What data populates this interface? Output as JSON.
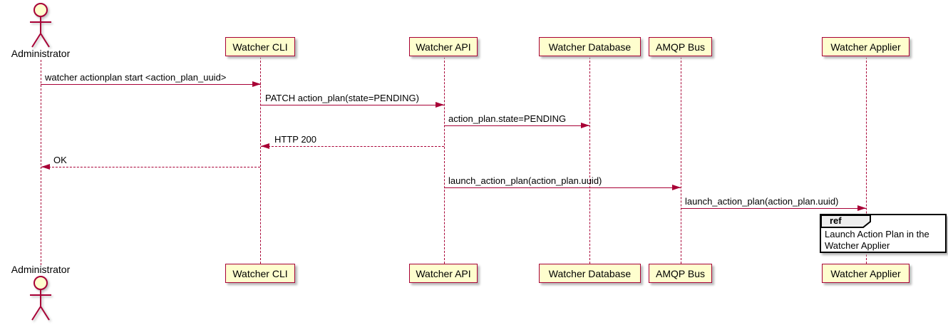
{
  "diagram_type": "uml-sequence-diagram",
  "actor": {
    "label": "Administrator"
  },
  "participants": [
    {
      "label": "Watcher CLI"
    },
    {
      "label": "Watcher API"
    },
    {
      "label": "Watcher Database"
    },
    {
      "label": "AMQP Bus"
    },
    {
      "label": "Watcher Applier"
    }
  ],
  "messages": [
    {
      "text": "watcher actionplan start <action_plan_uuid>",
      "from": "Administrator",
      "to": "Watcher CLI",
      "style": "solid"
    },
    {
      "text": "PATCH action_plan(state=PENDING)",
      "from": "Watcher CLI",
      "to": "Watcher API",
      "style": "solid"
    },
    {
      "text": "action_plan.state=PENDING",
      "from": "Watcher API",
      "to": "Watcher Database",
      "style": "solid"
    },
    {
      "text": "HTTP 200",
      "from": "Watcher API",
      "to": "Watcher CLI",
      "style": "dashed"
    },
    {
      "text": "OK",
      "from": "Watcher CLI",
      "to": "Administrator",
      "style": "dashed"
    },
    {
      "text": "launch_action_plan(action_plan.uuid)",
      "from": "Watcher API",
      "to": "AMQP Bus",
      "style": "solid"
    },
    {
      "text": "launch_action_plan(action_plan.uuid)",
      "from": "AMQP Bus",
      "to": "Watcher Applier",
      "style": "solid"
    }
  ],
  "ref": {
    "keyword": "ref",
    "lines": [
      "Launch Action Plan in the",
      "Watcher Applier"
    ]
  },
  "colors": {
    "participant_fill": "#FEFECE",
    "participant_border": "#A80036",
    "arrow": "#A80036",
    "lifeline": "#A80036",
    "text": "#000000",
    "ref_border": "#000000",
    "ref_tab_fill": "#EEEEEE",
    "background": "#FFFFFF"
  }
}
